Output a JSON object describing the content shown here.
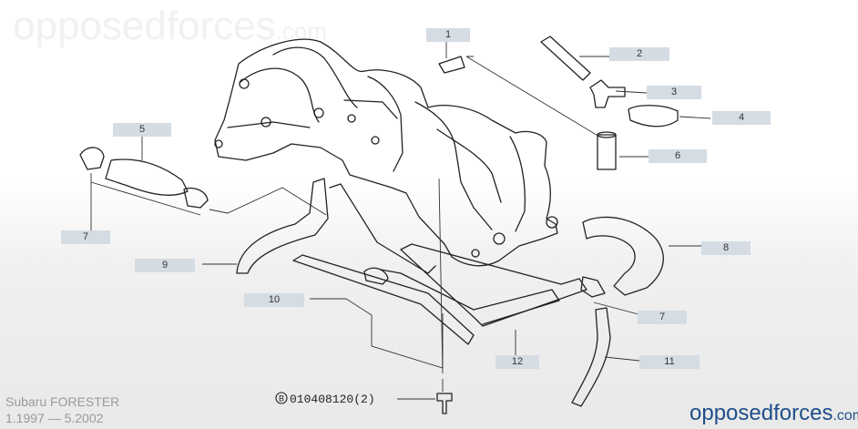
{
  "watermark": {
    "site": "opposedforces",
    "suffix": ".com"
  },
  "callouts": [
    {
      "id": "1",
      "label": "1"
    },
    {
      "id": "2",
      "label": "2"
    },
    {
      "id": "3",
      "label": "3"
    },
    {
      "id": "4",
      "label": "4"
    },
    {
      "id": "5",
      "label": "5"
    },
    {
      "id": "6",
      "label": "6"
    },
    {
      "id": "7a",
      "label": "7"
    },
    {
      "id": "8",
      "label": "8"
    },
    {
      "id": "9",
      "label": "9"
    },
    {
      "id": "10",
      "label": "10"
    },
    {
      "id": "7b",
      "label": "7"
    },
    {
      "id": "12",
      "label": "12"
    },
    {
      "id": "11",
      "label": "11"
    }
  ],
  "vehicle": {
    "model": "Subaru FORESTER",
    "years": "1.1997 — 5.2002"
  },
  "bolt": {
    "symbol": "B",
    "code": "010408120",
    "qty": "(2)"
  },
  "brand": {
    "name": "opposedforces",
    "suffix": ".com"
  }
}
